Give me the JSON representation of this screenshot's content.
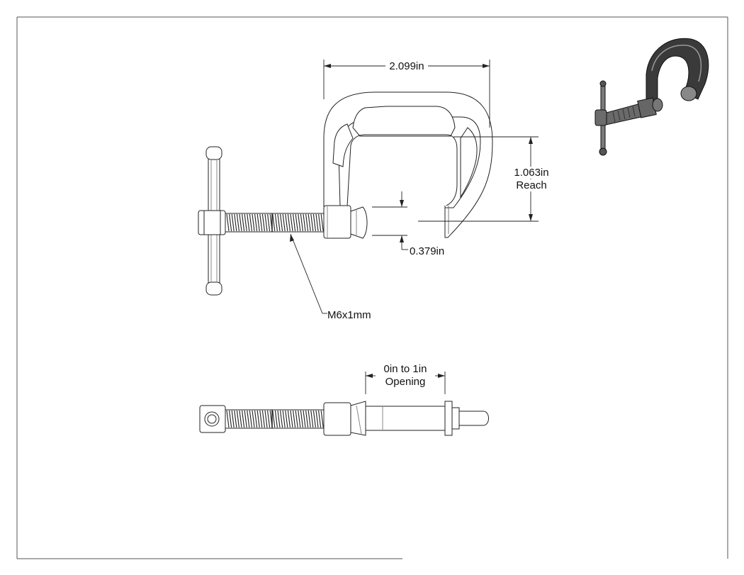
{
  "dimensions": {
    "width_label": "2.099in",
    "reach_value": "1.063in",
    "reach_label": "Reach",
    "jaw_label": "0.379in",
    "thread_label": "M6x1mm",
    "opening_range": "0in to 1in",
    "opening_label": "Opening"
  }
}
